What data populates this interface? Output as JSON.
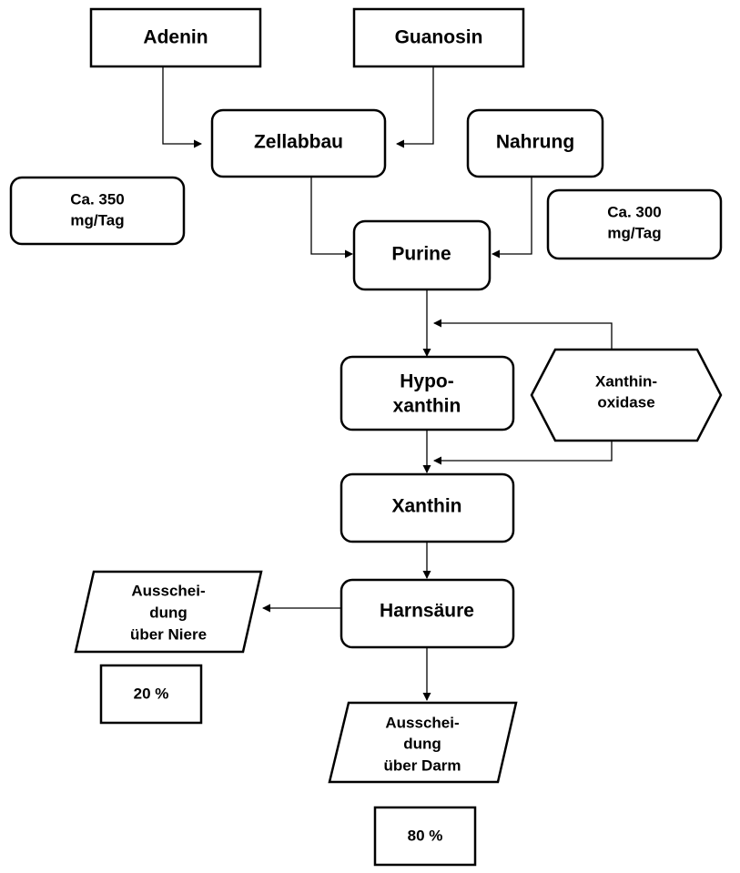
{
  "nodes": {
    "adenin": "Adenin",
    "guanosin": "Guanosin",
    "zellabbau": "Zellabbau",
    "nahrung": "Nahrung",
    "note_350": [
      "Ca. 350",
      "mg/Tag"
    ],
    "note_300": [
      "Ca. 300",
      "mg/Tag"
    ],
    "purine": "Purine",
    "hypoxanthin": [
      "Hypo-",
      "xanthin"
    ],
    "xanthinoxidase": [
      "Xanthin-",
      "oxidase"
    ],
    "xanthin": "Xanthin",
    "harnsaeure": "Harnsäure",
    "ausscheidung_niere": [
      "Ausschei-",
      "dung",
      "über Niere"
    ],
    "percent_niere": "20 %",
    "ausscheidung_darm": [
      "Ausschei-",
      "dung",
      "über Darm"
    ],
    "percent_darm": "80 %"
  },
  "colors": {
    "stroke": "#000000",
    "fill": "#ffffff"
  }
}
